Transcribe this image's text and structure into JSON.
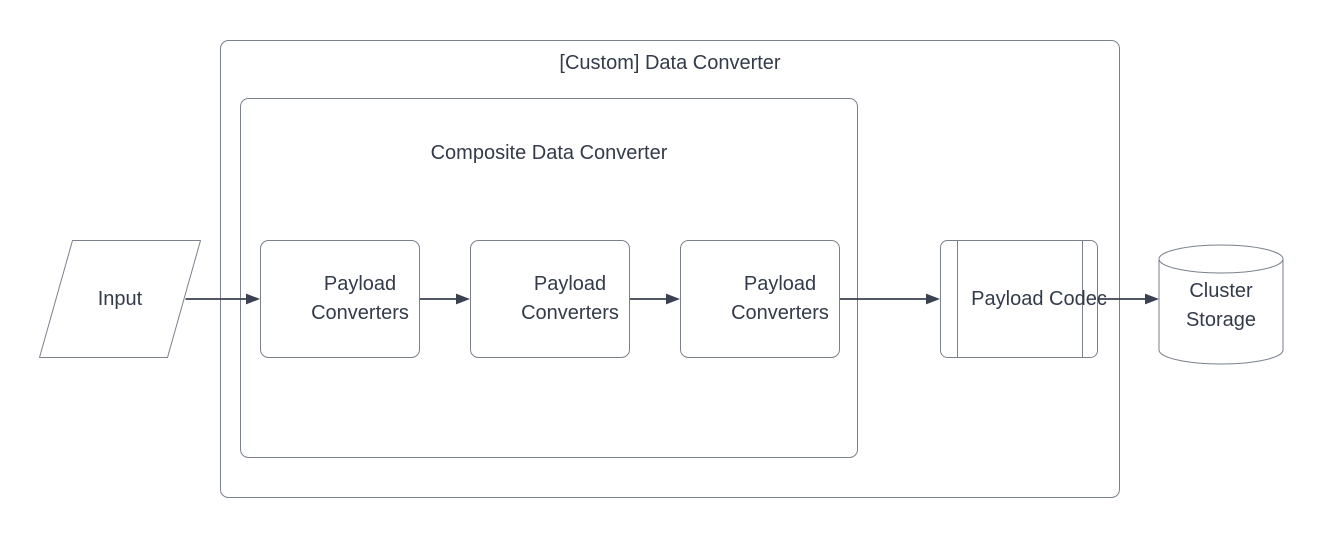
{
  "diagram": {
    "background": "#ffffff",
    "colors": {
      "node_border": "#7a818c",
      "text": "#333b4a",
      "arrow": "#3a4150"
    },
    "outer_group": {
      "title": "[Custom] Data Converter"
    },
    "inner_group": {
      "title": "Composite Data Converter"
    },
    "nodes": [
      {
        "id": "input",
        "label": "Input",
        "shape": "parallelogram"
      },
      {
        "id": "payload-converters-1",
        "label": "Payload Converters",
        "shape": "rounded-rect"
      },
      {
        "id": "payload-converters-2",
        "label": "Payload Converters",
        "shape": "rounded-rect"
      },
      {
        "id": "payload-converters-3",
        "label": "Payload Converters",
        "shape": "rounded-rect"
      },
      {
        "id": "payload-codec",
        "label": "Payload Codec",
        "shape": "predefined-process"
      },
      {
        "id": "cluster-storage",
        "label": "Cluster Storage",
        "shape": "cylinder"
      }
    ],
    "edges": [
      {
        "from": "input",
        "to": "payload-converters-1"
      },
      {
        "from": "payload-converters-1",
        "to": "payload-converters-2"
      },
      {
        "from": "payload-converters-2",
        "to": "payload-converters-3"
      },
      {
        "from": "payload-converters-3",
        "to": "payload-codec"
      },
      {
        "from": "payload-codec",
        "to": "cluster-storage"
      }
    ]
  }
}
